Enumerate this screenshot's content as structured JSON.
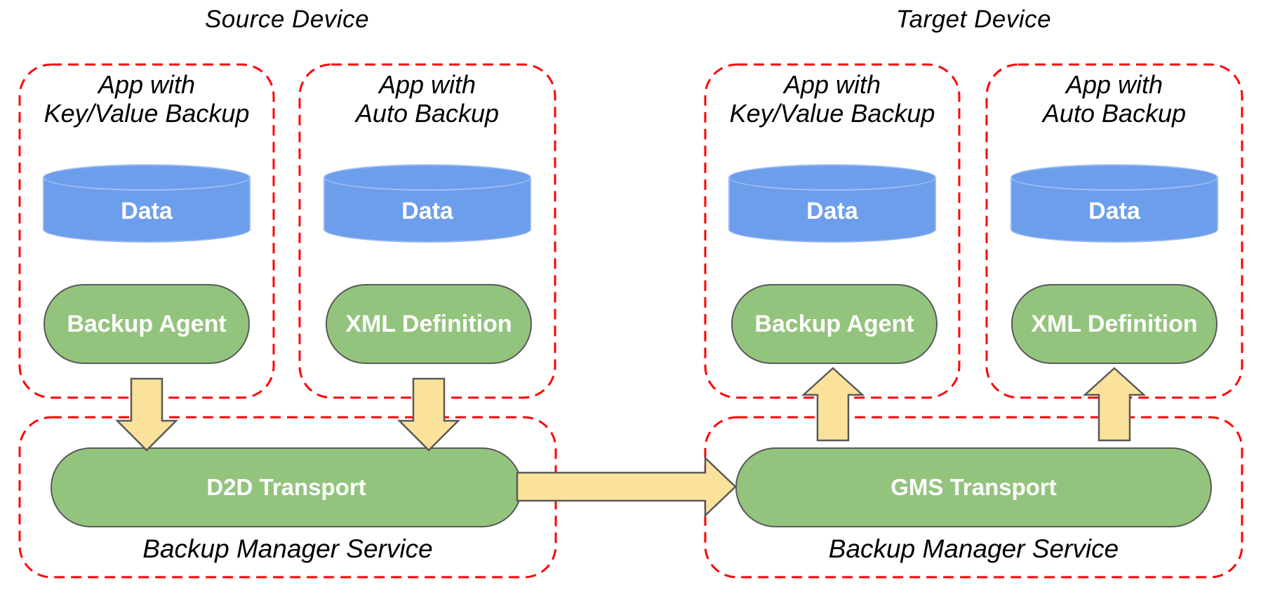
{
  "panels": {
    "source": {
      "title": "Source Device",
      "apps": [
        {
          "line1": "App with",
          "line2": "Key/Value Backup",
          "data_label": "Data",
          "component": "Backup Agent"
        },
        {
          "line1": "App with",
          "line2": "Auto Backup",
          "data_label": "Data",
          "component": "XML Definition"
        }
      ],
      "service": {
        "transport": "D2D Transport",
        "caption": "Backup Manager Service"
      }
    },
    "target": {
      "title": "Target Device",
      "apps": [
        {
          "line1": "App with",
          "line2": "Key/Value Backup",
          "data_label": "Data",
          "component": "Backup Agent"
        },
        {
          "line1": "App with",
          "line2": "Auto Backup",
          "data_label": "Data",
          "component": "XML Definition"
        }
      ],
      "service": {
        "transport": "GMS Transport",
        "caption": "Backup Manager Service"
      }
    }
  },
  "colors": {
    "app_box_border": "#ff0000",
    "cylinder_fill": "#6d9eeb",
    "cylinder_rim": "#a3c1f4",
    "component_fill": "#93c47d",
    "arrow_fill": "#fbe29b",
    "shape_border": "#595959",
    "text_dark": "#000000",
    "text_light": "#ffffff",
    "background": "#ffffff"
  }
}
